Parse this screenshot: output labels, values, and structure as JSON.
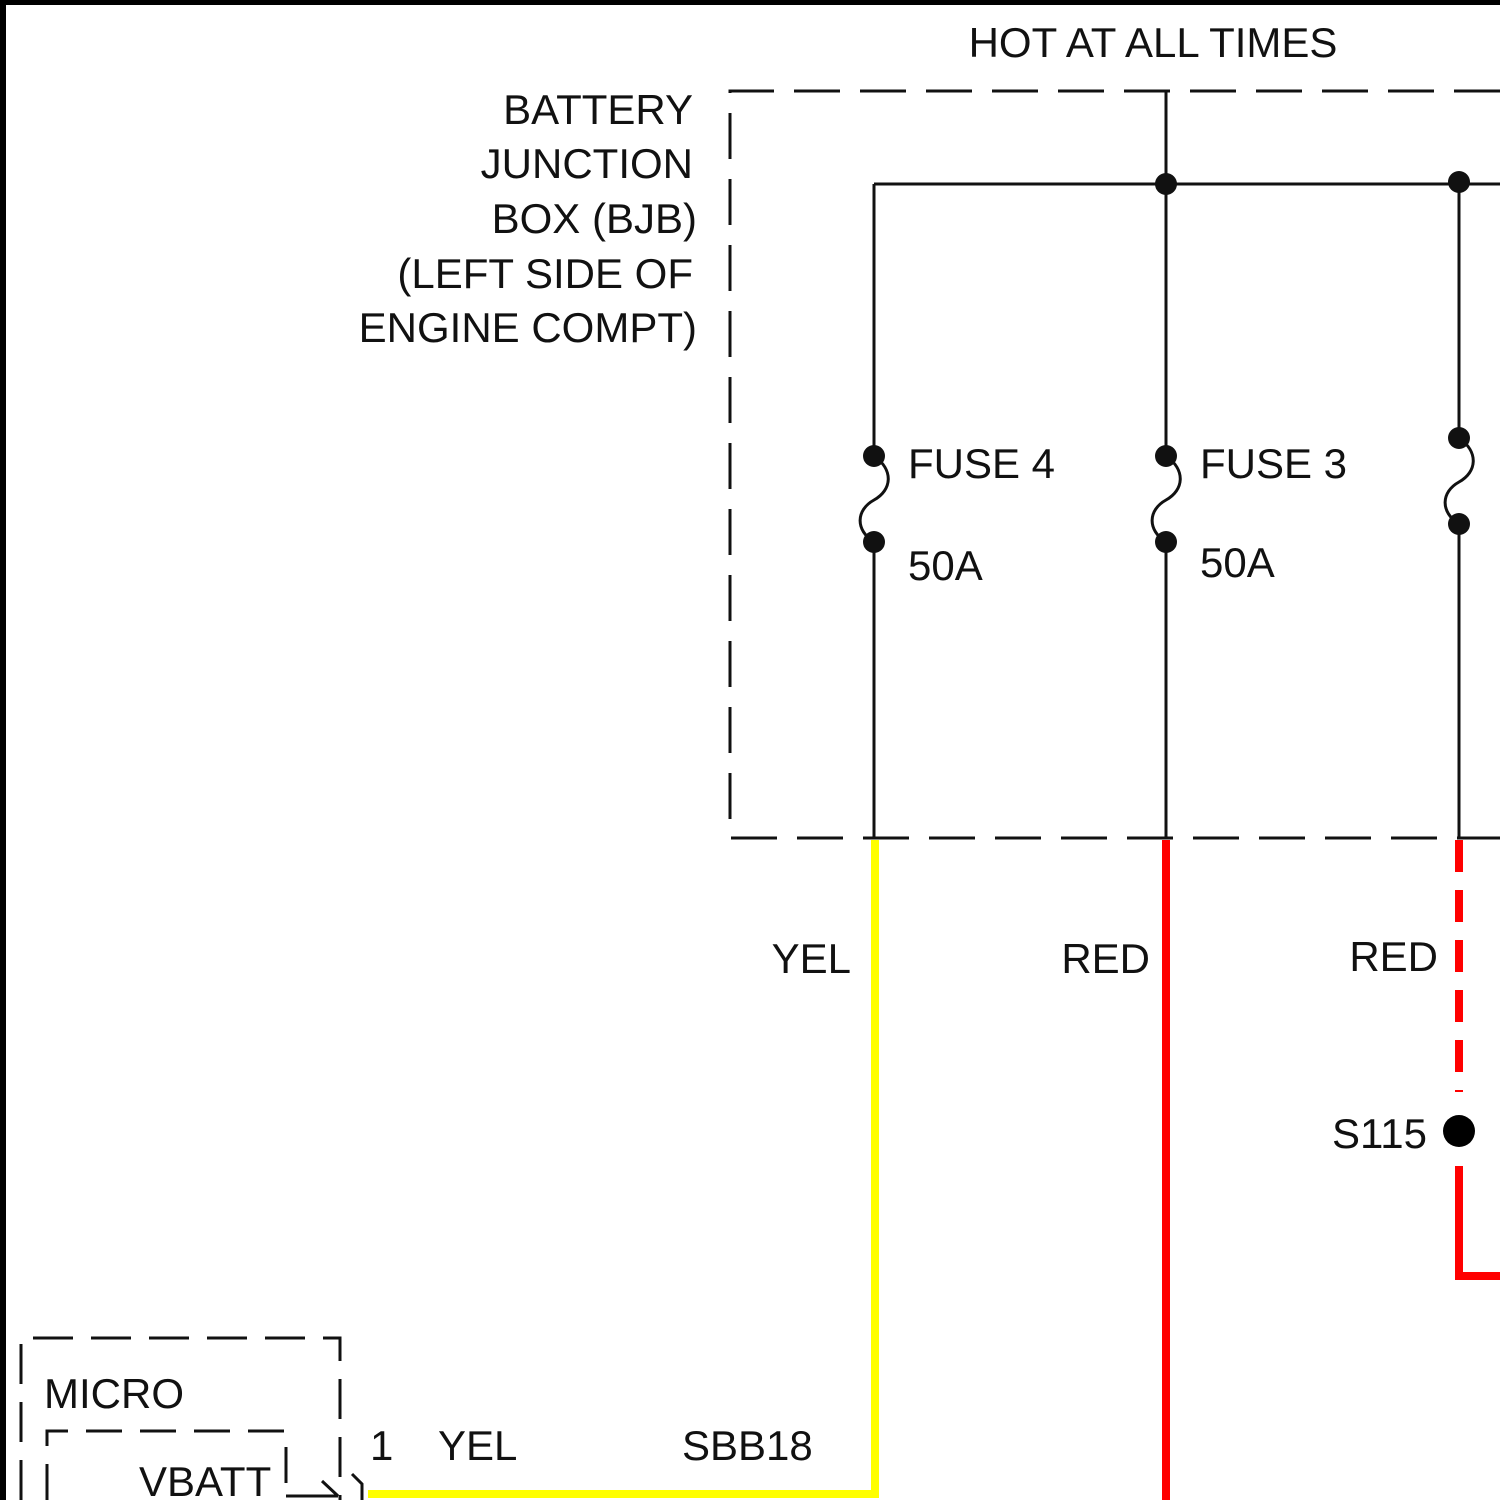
{
  "header": {
    "power_label": "HOT AT ALL TIMES"
  },
  "junction_box": {
    "label_lines": [
      "BATTERY",
      "JUNCTION",
      "BOX (BJB)",
      "(LEFT SIDE OF",
      "ENGINE COMPT)"
    ]
  },
  "fuses": [
    {
      "name": "FUSE 4",
      "rating": "50A",
      "wire_color_label": "YEL",
      "wire_color": "#ffff00"
    },
    {
      "name": "FUSE 3",
      "rating": "50A",
      "wire_color_label": "RED",
      "wire_color": "#ff0000"
    }
  ],
  "third_circuit": {
    "wire_color_label": "RED",
    "wire_color": "#ff0000",
    "splice": "S115"
  },
  "module": {
    "name": "MICRO",
    "pin_label": "VBATT",
    "pin_number": "1",
    "wire_color_label": "YEL",
    "circuit_id": "SBB18"
  },
  "colors": {
    "line": "#111111",
    "yellow_wire": "#ffff00",
    "red_wire": "#ff0000"
  }
}
